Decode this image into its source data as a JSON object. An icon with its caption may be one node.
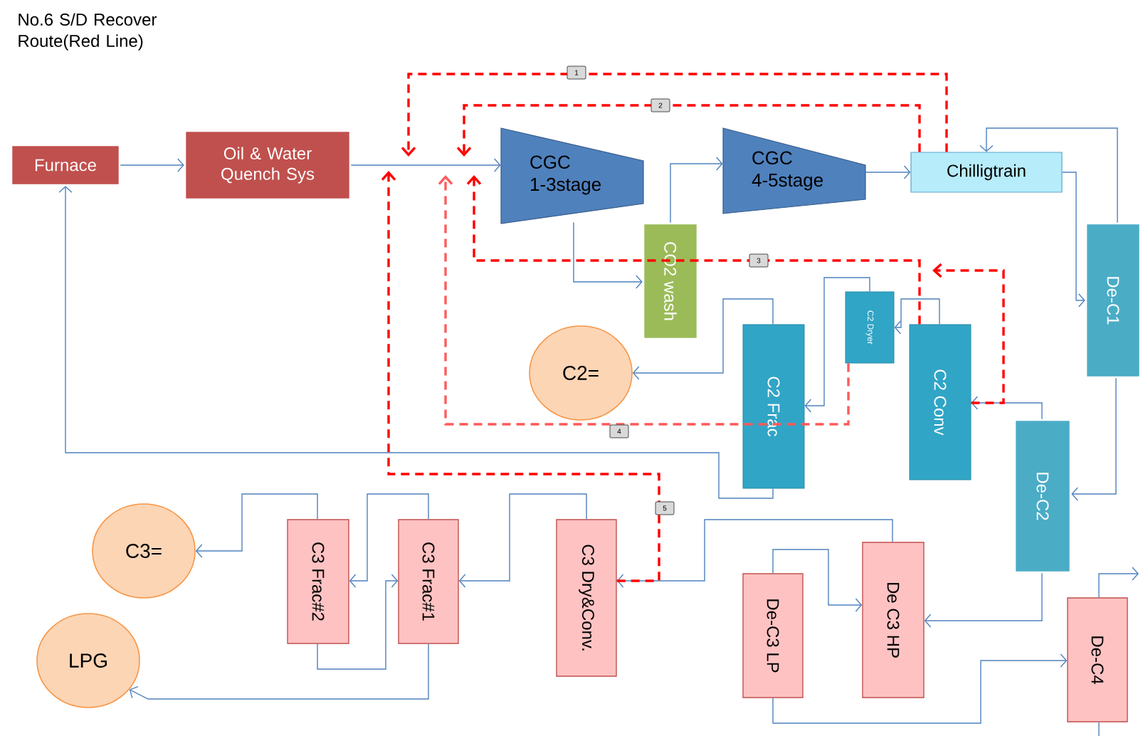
{
  "diagram": {
    "title": "No.6 S/D Recover Route(Red Line)",
    "nodes": [
      {
        "text": [
          "Furnace"
        ]
      },
      {
        "text": [
          "Oil & Water Quench Sys"
        ]
      },
      {
        "text": [
          "CGC 1-3stage"
        ]
      },
      {
        "text": [
          "CGC 4-5stage"
        ]
      },
      {
        "text": [
          "Chilligtrain"
        ]
      },
      {
        "text": [
          "CO2 wash"
        ]
      },
      {
        "text": [
          "De-C1"
        ]
      },
      {
        "text": [
          "C2 Dryer"
        ]
      },
      {
        "text": [
          "C2="
        ]
      },
      {
        "text": [
          "C2 Frac"
        ]
      },
      {
        "text": [
          "C2 Conv"
        ]
      },
      {
        "text": [
          "De-C2"
        ]
      },
      {
        "text": [
          "C3="
        ]
      },
      {
        "text": [
          "C3 Frac#2"
        ]
      },
      {
        "text": [
          "C3 Frac#1"
        ]
      },
      {
        "text": [
          "C3 Dry&Conv."
        ]
      },
      {
        "text": [
          "LPG"
        ]
      },
      {
        "text": [
          "De-C3 LP"
        ]
      },
      {
        "text": [
          "De C3 HP"
        ]
      },
      {
        "text": [
          "De-C4"
        ]
      }
    ],
    "edges": [
      {
        "from": 0,
        "to": 1,
        "arrow": "to"
      },
      {
        "from": 1,
        "to": 2,
        "arrow": "to"
      },
      {
        "from": 2,
        "to": 5,
        "arrow": "to"
      },
      {
        "from": 5,
        "to": 3,
        "arrow": "to"
      },
      {
        "from": 3,
        "to": 4,
        "arrow": "to"
      },
      {
        "from": 4,
        "to": 6,
        "arrow": "to"
      },
      {
        "from": 6,
        "to": 4,
        "arrow": "to"
      },
      {
        "from": 6,
        "to": 11,
        "arrow": "to"
      },
      {
        "from": 11,
        "to": 10,
        "arrow": "to"
      },
      {
        "from": 10,
        "to": 7,
        "arrow": "to"
      },
      {
        "from": 7,
        "to": 9,
        "arrow": "to"
      },
      {
        "from": 9,
        "to": 8,
        "arrow": "to"
      },
      {
        "from": 9,
        "to": 0,
        "arrow": "to"
      },
      {
        "from": 11,
        "to": 18,
        "arrow": "to"
      },
      {
        "from": 18,
        "to": 15,
        "arrow": "to"
      },
      {
        "from": 17,
        "to": 18,
        "arrow": "to"
      },
      {
        "from": 17,
        "to": 19,
        "arrow": "to"
      },
      {
        "from": 19,
        "to": null,
        "arrow": "to"
      },
      {
        "from": 19,
        "to": null,
        "arrow": "none"
      },
      {
        "from": 15,
        "to": 14,
        "arrow": "to"
      },
      {
        "from": 14,
        "to": 13,
        "arrow": "to"
      },
      {
        "from": 13,
        "to": 14,
        "arrow": "to"
      },
      {
        "from": 13,
        "to": 12,
        "arrow": "to"
      },
      {
        "from": 14,
        "to": 16,
        "arrow": "to"
      },
      {
        "from": 4,
        "to": null,
        "arrow": "to",
        "label": "1",
        "style": "dashed",
        "color": "#ff0000"
      },
      {
        "from": 4,
        "to": null,
        "arrow": "to",
        "label": "2",
        "style": "dashed",
        "color": "#ff0000"
      },
      {
        "from": 10,
        "to": null,
        "arrow": "to",
        "style": "dashed",
        "color": "#ff0000"
      },
      {
        "from": 10,
        "to": null,
        "arrow": "to",
        "label": "3",
        "style": "dashed",
        "color": "#ff0000"
      },
      {
        "from": 7,
        "to": null,
        "arrow": "to",
        "label": "4",
        "style": "dashed",
        "color": "#ff5a5a"
      },
      {
        "from": 15,
        "to": null,
        "arrow": "to",
        "label": "5",
        "style": "dashed",
        "color": "#ff0000"
      }
    ]
  }
}
